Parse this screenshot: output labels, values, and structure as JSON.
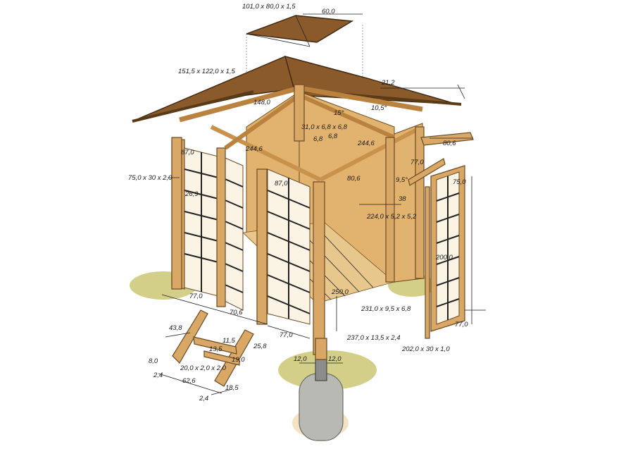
{
  "colors": {
    "roof": "#8a5a2b",
    "wood": "#d9a766",
    "paper": "#fbf3e4",
    "grass": "#c9c36a",
    "concrete": "#b9b9b4"
  },
  "dimensions": {
    "roof_cap": "101,0 x 80,0 x 1,5",
    "cap_width": "60,0",
    "roof_board": "151,5 x 122,0 x 1,5",
    "eave_overhang": "21,2",
    "roof_pitch": "10,5°",
    "hip_angle": "15°",
    "ridge_block": "31,0 x 6,8 x 6,8",
    "rafter_length": "148,0",
    "block_a": "6,8",
    "block_b": "6,8",
    "beam_left": "244,6",
    "beam_right": "244,6",
    "ledger": "80,6",
    "brace": "77,0",
    "brace_angle": "9,5°",
    "spacing": "38",
    "wall_board": "224,0 x 5,2 x 5,2",
    "left_panel_top": "87,0",
    "left_panel": "75,0 x 30 x 2,0",
    "grid_module": "26,9",
    "front_panel_top": "87,0",
    "door_right_width": "75,0",
    "door_height": "200,0",
    "door_bottom_width": "77,0",
    "door_panel": "202,0 x 30 x 1,0",
    "floor_depth": "250,0",
    "joist": "231,0 x 9,5 x 6,8",
    "post": "237,0 x 13,5 x 2,4",
    "base_left": "77,0",
    "base_mid": "70,6",
    "base_front": "77,0",
    "foot_rise": "43,8",
    "foot_step": "11,5",
    "foot_bar": "13,5",
    "foot_height": "25,8",
    "foot_board": "20,0 x 2,0 x 2,0",
    "foot_thick": "19,0",
    "foot_depth": "8,0",
    "foot_edge": "2,4",
    "foot_width": "62,6",
    "foot_small": "18,5",
    "foot_edge_bottom": "2,4",
    "anchor_left": "12,0",
    "anchor_right": "12,0"
  }
}
